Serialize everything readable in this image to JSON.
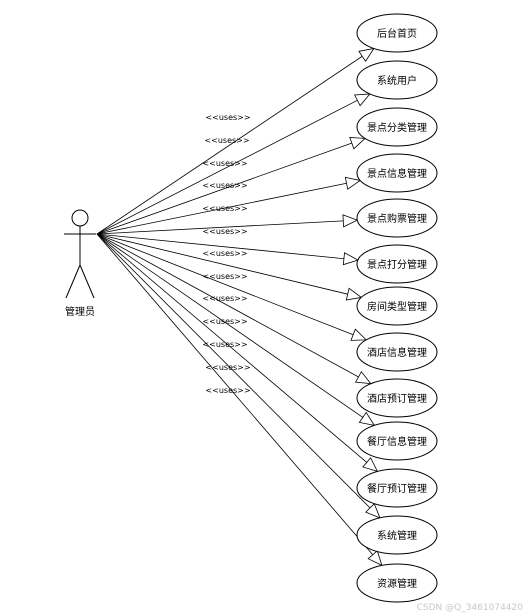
{
  "actor": {
    "label": "管理员"
  },
  "stereotype": "<<uses>>",
  "use_cases": [
    {
      "label": "后台首页"
    },
    {
      "label": "系统用户"
    },
    {
      "label": "景点分类管理"
    },
    {
      "label": "景点信息管理"
    },
    {
      "label": "景点购票管理"
    },
    {
      "label": "景点打分管理"
    },
    {
      "label": "房间类型管理"
    },
    {
      "label": "酒店信息管理"
    },
    {
      "label": "酒店预订管理"
    },
    {
      "label": "餐厅信息管理"
    },
    {
      "label": "餐厅预订管理"
    },
    {
      "label": "系统管理"
    },
    {
      "label": "资源管理"
    }
  ],
  "watermark": "CSDN @Q_3461074420"
}
